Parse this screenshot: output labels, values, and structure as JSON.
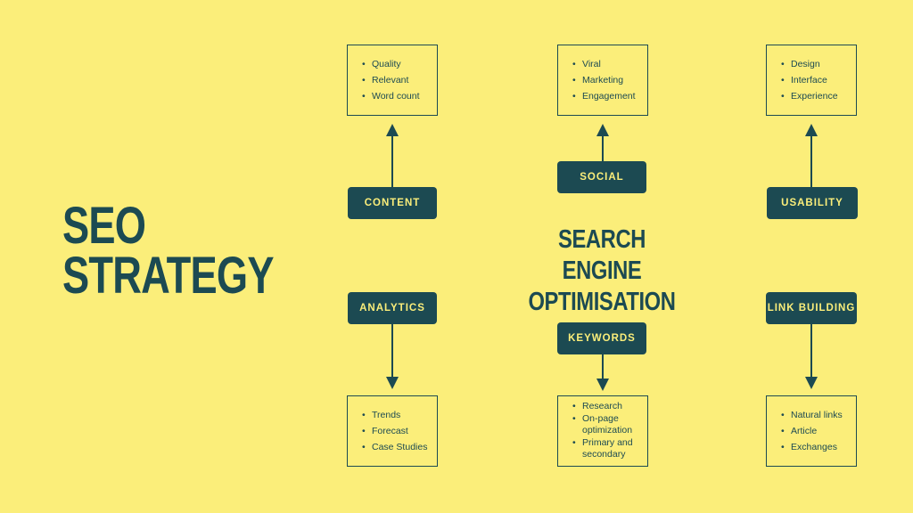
{
  "title_lines": [
    "SEO",
    "STRATEGY"
  ],
  "center_lines": [
    "SEARCH ENGINE",
    "OPTIMISATION"
  ],
  "nodes": {
    "content": {
      "label": "CONTENT",
      "items": [
        "Quality",
        "Relevant",
        "Word count"
      ]
    },
    "social": {
      "label": "SOCIAL",
      "items": [
        "Viral",
        "Marketing",
        "Engagement"
      ]
    },
    "usability": {
      "label": "USABILITY",
      "items": [
        "Design",
        "Interface",
        "Experience"
      ]
    },
    "analytics": {
      "label": "ANALYTICS",
      "items": [
        "Trends",
        "Forecast",
        "Case Studies"
      ]
    },
    "keywords": {
      "label": "KEYWORDS",
      "items": [
        "Research",
        "On-page optimization",
        "Primary and secondary"
      ]
    },
    "link_building": {
      "label": "LINK BUILDING",
      "items": [
        "Natural links",
        "Article",
        "Exchanges"
      ]
    }
  },
  "colors": {
    "background": "#fbee7a",
    "primary": "#1c4a52"
  }
}
